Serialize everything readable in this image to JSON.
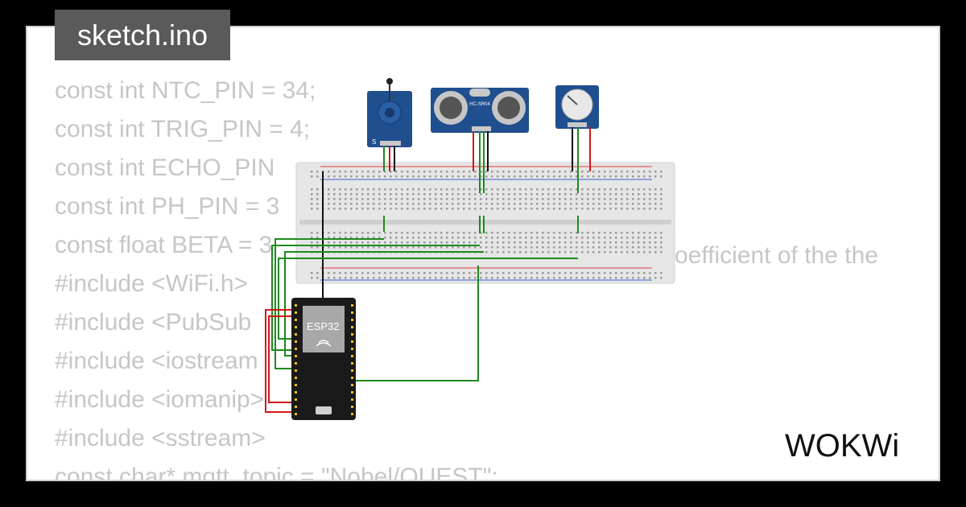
{
  "tab": {
    "filename": "sketch.ino"
  },
  "code_lines": [
    "const int NTC_PIN = 34;",
    "const int TRIG_PIN = 4;",
    "const int ECHO_PIN",
    "const int PH_PIN = 3",
    "const float BETA = 3",
    "#include <WiFi.h>",
    "#include <PubSub",
    "#include <iostream",
    "#include <iomanip>",
    "#include <sstream>",
    "const char* mqtt_topic = \"Nobel/QUEST\";"
  ],
  "code_overflow": "oefficient of the the",
  "components": {
    "esp32_label": "ESP32",
    "ultrasonic_label": "HC-SR04",
    "ntc_label": "S"
  },
  "branding": {
    "logo_text": "WOKWi"
  },
  "colors": {
    "background": "#000000",
    "card": "#ffffff",
    "code_text": "#c6c6c6",
    "tab": "#5a5a5a",
    "breadboard": "#e6e6e6",
    "esp32_board": "#1a1a1a",
    "wire_green": "#1e8a1e",
    "wire_red": "#d11919",
    "wire_black": "#111111",
    "module_blue": "#1f4f8f"
  }
}
